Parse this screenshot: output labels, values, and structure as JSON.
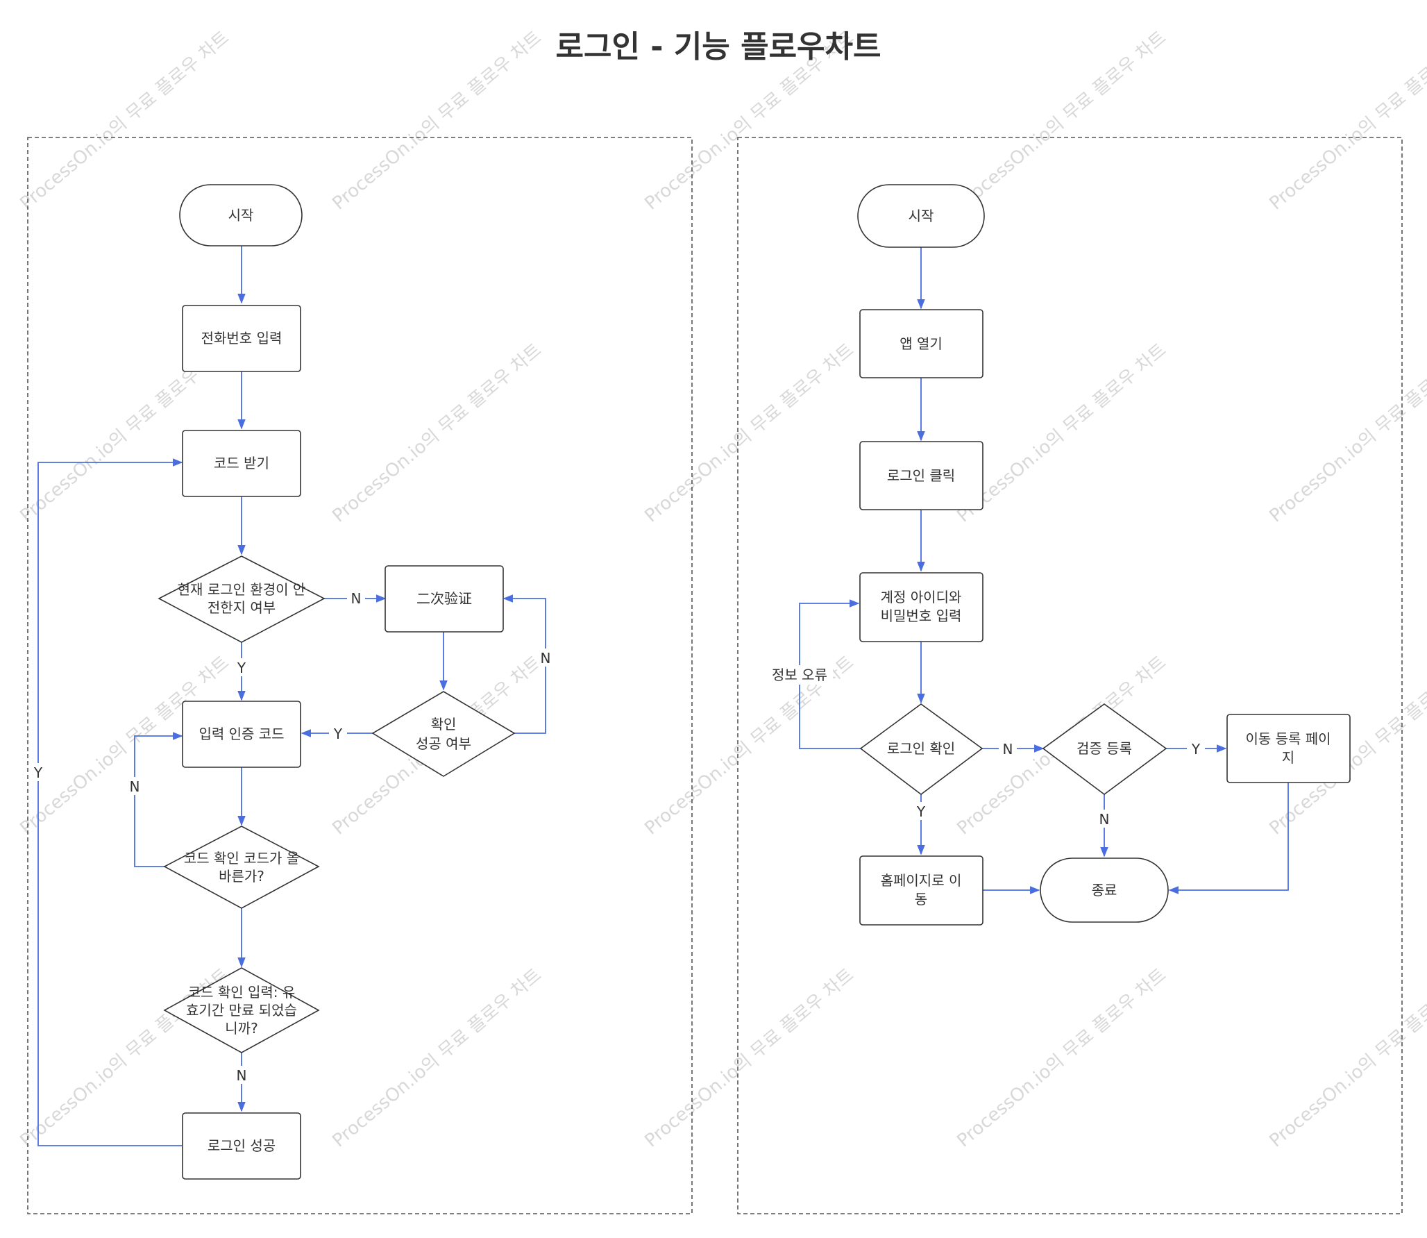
{
  "title": "로그인 - 기능 플로우차트",
  "watermark": "ProcessOn.io의 무료 플로우 차트",
  "colors": {
    "edge": "#4a6ee0",
    "stroke": "#333333",
    "text": "#333333"
  },
  "left_flow": {
    "start": "시작",
    "enter_phone": "전화번호 입력",
    "get_code": "코드 받기",
    "env_check": [
      "현재 로그인 환경이 안",
      "전한지 여부"
    ],
    "second_verify": "二次验证",
    "verify_success": [
      "확인",
      "성공 여부"
    ],
    "enter_code": "입력 인증 코드",
    "code_correct": [
      "코드 확인 코드가 올",
      "바른가?"
    ],
    "code_expired": [
      "코드 확인 입력: 유",
      "효기간 만료 되었습",
      "니까?"
    ],
    "login_success": "로그인 성공",
    "labels": {
      "y": "Y",
      "n": "N"
    }
  },
  "right_flow": {
    "start": "시작",
    "open_app": "앱 열기",
    "click_login": "로그인 클릭",
    "enter_credentials": [
      "계정 아이디와",
      "비밀번호 입력"
    ],
    "login_check": "로그인 확인",
    "verify_register": "검증 등록",
    "goto_register": [
      "이동 등록 페이",
      "지"
    ],
    "goto_home": [
      "홈페이지로 이",
      "동"
    ],
    "end": "종료",
    "info_error": "정보 오류",
    "labels": {
      "y": "Y",
      "n": "N"
    }
  }
}
